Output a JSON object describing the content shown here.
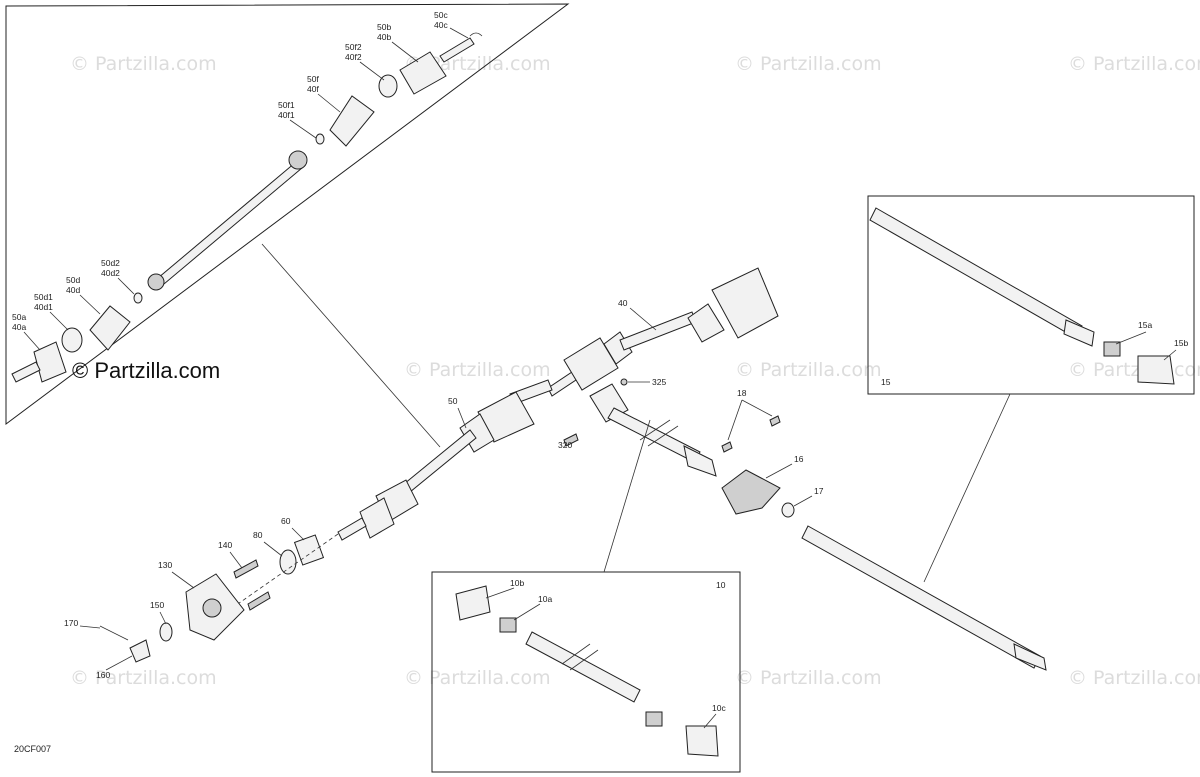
{
  "diagram_code": "20CF007",
  "watermark_text": "© Partzilla.com",
  "logo_text": "© Partzilla.com",
  "inset_labels": {
    "inset_15": "15",
    "inset_10": "10"
  },
  "labels": {
    "c50c": "50c",
    "c40c": "40c",
    "c50b": "50b",
    "c40b": "40b",
    "c50f2": "50f2",
    "c40f2": "40f2",
    "c50f": "50f",
    "c40f": "40f",
    "c50f1": "50f1",
    "c40f1": "40f1",
    "c50d2": "50d2",
    "c40d2": "40d2",
    "c50d": "50d",
    "c40d": "40d",
    "c50d1": "50d1",
    "c40d1": "40d1",
    "c50a": "50a",
    "c40a": "40a",
    "p40": "40",
    "p50": "50",
    "p325": "325",
    "p320": "320",
    "p18": "18",
    "p16": "16",
    "p17": "17",
    "p60": "60",
    "p80": "80",
    "p140": "140",
    "p130": "130",
    "p150": "150",
    "p170": "170",
    "p160": "160",
    "p15a": "15a",
    "p15b": "15b",
    "p10b": "10b",
    "p10a": "10a",
    "p10c": "10c"
  },
  "colors": {
    "line": "#222222",
    "watermark": "#dcdcdc",
    "part_fill": "#f2f2f2"
  }
}
